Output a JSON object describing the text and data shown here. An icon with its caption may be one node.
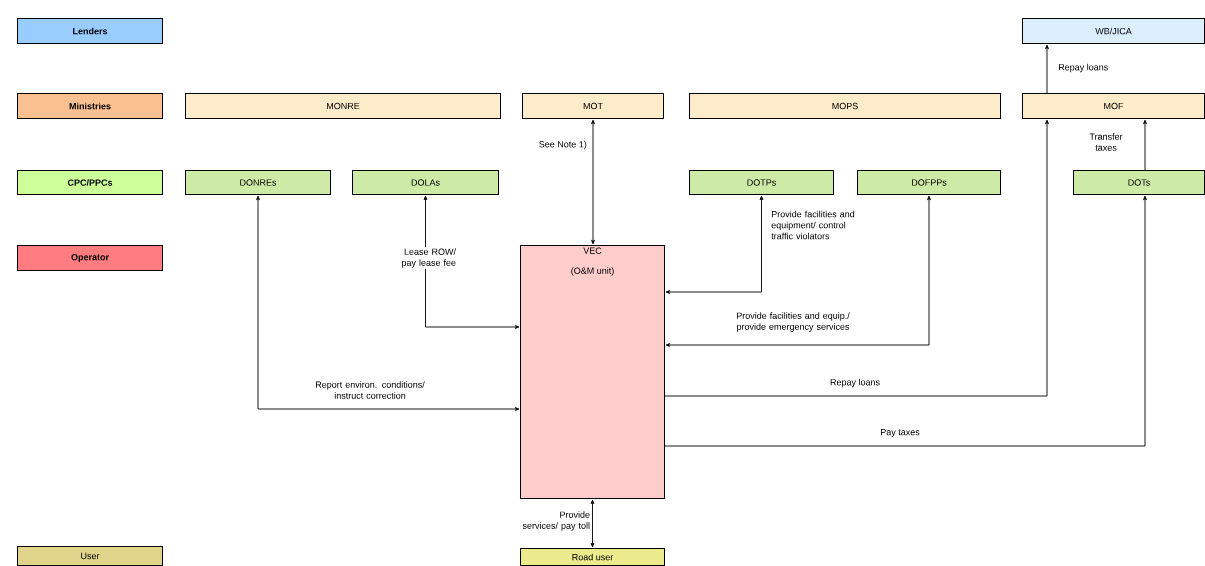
{
  "diagram": {
    "nodes": [
      {
        "text": [
          "Lenders"
        ]
      },
      {
        "text": [
          "Ministries"
        ]
      },
      {
        "text": [
          "CPC/PPCs"
        ]
      },
      {
        "text": [
          "Operator"
        ]
      },
      {
        "text": [
          "User"
        ]
      },
      {
        "text": [
          "WB/JICA"
        ]
      },
      {
        "text": [
          "MONRE"
        ]
      },
      {
        "text": [
          "MOT"
        ]
      },
      {
        "text": [
          "MOPS"
        ]
      },
      {
        "text": [
          "MOF"
        ]
      },
      {
        "text": [
          "DONREs"
        ]
      },
      {
        "text": [
          "DOLAs"
        ]
      },
      {
        "text": [
          "DOTPs"
        ]
      },
      {
        "text": [
          "DOFPPs"
        ]
      },
      {
        "text": [
          "DOTs"
        ]
      },
      {
        "text": [
          "VEC",
          "(O&M unit)"
        ]
      },
      {
        "text": [
          "Road user"
        ]
      }
    ],
    "edges": [
      {
        "from": 9,
        "to": 5,
        "arrow": "to",
        "label": "Repay loans"
      },
      {
        "from": 7,
        "to": 15,
        "arrow": "both",
        "label": "See Note 1)"
      },
      {
        "from": 10,
        "to": 15,
        "arrow": "both",
        "label": "Report environ. conditions/ instruct correction"
      },
      {
        "from": 11,
        "to": 15,
        "arrow": "both",
        "label": "Lease ROW/ pay lease fee"
      },
      {
        "from": 12,
        "to": 15,
        "arrow": "both",
        "label": "Provide facilities and equipment/ control traffic violators"
      },
      {
        "from": 13,
        "to": 15,
        "arrow": "both",
        "label": "Provide facilities and equip./ provide emergency services"
      },
      {
        "from": 15,
        "to": 9,
        "arrow": "to",
        "label": "Repay loans"
      },
      {
        "from": 15,
        "to": 14,
        "arrow": "to",
        "label": "Pay taxes"
      },
      {
        "from": 14,
        "to": 9,
        "arrow": "to",
        "label": "Transfer taxes"
      },
      {
        "from": 15,
        "to": 16,
        "arrow": "both",
        "label": "Provide services/ pay toll"
      }
    ]
  }
}
